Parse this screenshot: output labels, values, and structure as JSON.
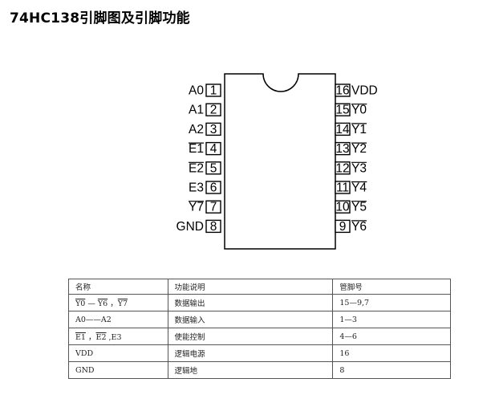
{
  "title": "74HC138引脚图及引脚功能",
  "pins_left": [
    {
      "name": "A0",
      "overline": false,
      "num": "1"
    },
    {
      "name": "A1",
      "overline": false,
      "num": "2"
    },
    {
      "name": "A2",
      "overline": false,
      "num": "3"
    },
    {
      "name": "E1",
      "overline": true,
      "num": "4"
    },
    {
      "name": "E2",
      "overline": true,
      "num": "5"
    },
    {
      "name": "E3",
      "overline": false,
      "num": "6"
    },
    {
      "name": "Y7",
      "overline": true,
      "num": "7"
    },
    {
      "name": "GND",
      "overline": false,
      "num": "8"
    }
  ],
  "pins_right": [
    {
      "name": "VDD",
      "overline": false,
      "num": "16"
    },
    {
      "name": "Y0",
      "overline": true,
      "num": "15"
    },
    {
      "name": "Y1",
      "overline": true,
      "num": "14"
    },
    {
      "name": "Y2",
      "overline": true,
      "num": "13"
    },
    {
      "name": "Y3",
      "overline": true,
      "num": "12"
    },
    {
      "name": "Y4",
      "overline": true,
      "num": "11"
    },
    {
      "name": "Y5",
      "overline": true,
      "num": "10"
    },
    {
      "name": "Y6",
      "overline": true,
      "num": "9"
    }
  ],
  "table": {
    "headers": [
      "名称",
      "功能说明",
      "管脚号"
    ],
    "rows": [
      {
        "name": {
          "p1": "Y0",
          "p2": " — ",
          "p3": "Y6",
          "p4": " ，",
          "p5": "Y7"
        },
        "func": "数据输出",
        "pins": "15—9,7"
      },
      {
        "name": {
          "p1": "A0——A2"
        },
        "func": "数据输入",
        "pins": "1—3"
      },
      {
        "name": {
          "p1": "E1",
          "p2": " ，",
          "p3": "E2",
          "p4": " ,E3"
        },
        "func": "使能控制",
        "pins": "4—6"
      },
      {
        "name": {
          "p1": "VDD"
        },
        "func": "逻辑电源",
        "pins": "16"
      },
      {
        "name": {
          "p1": "GND"
        },
        "func": "逻辑地",
        "pins": "8"
      }
    ]
  }
}
